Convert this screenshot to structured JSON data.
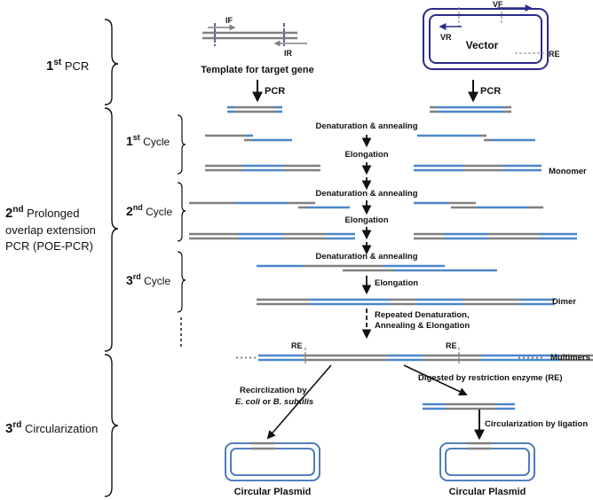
{
  "colors": {
    "grey": "#808080",
    "blue": "#4a86c8",
    "navy": "#2a2a8a",
    "plasmid": "#3b6fb6"
  },
  "sections": {
    "pcr1": {
      "num": "1",
      "sup": "st",
      "text": " PCR"
    },
    "poe": {
      "num": "2",
      "sup": "nd",
      "line1": " Prolonged",
      "line2": "overlap extension",
      "line3": "PCR (POE-PCR)"
    },
    "circ": {
      "num": "3",
      "sup": "rd",
      "text": " Circularization"
    }
  },
  "cycles": [
    {
      "num": "1",
      "sup": "st",
      "text": " Cycle"
    },
    {
      "num": "2",
      "sup": "nd",
      "text": " Cycle"
    },
    {
      "num": "3",
      "sup": "rd",
      "text": " Cycle"
    }
  ],
  "template": {
    "caption": "Template for target gene",
    "primer_fwd": "IF",
    "primer_rev": "IR"
  },
  "vector": {
    "name": "Vector",
    "primer_fwd": "VF",
    "primer_rev": "VR",
    "site": "RE"
  },
  "steps": {
    "pcr": "PCR",
    "denat": "Denaturation & annealing",
    "elong": "Elongation",
    "repeated1": "Repeated Denaturation,",
    "repeated2": "Annealing & Elongation",
    "recirc1": "Recirclization by",
    "recirc_sp1": "E. coli",
    "recirc_or": " or ",
    "recirc_sp2": "B. subtilis",
    "digest": "Digested by restriction enzyme (RE)",
    "ligate": "Circularization by ligation",
    "re": "RE"
  },
  "products": {
    "monomer": "Monomer",
    "dimer": "Dimer",
    "multimers": "Multimers",
    "plasmid": "Circular Plasmid"
  }
}
